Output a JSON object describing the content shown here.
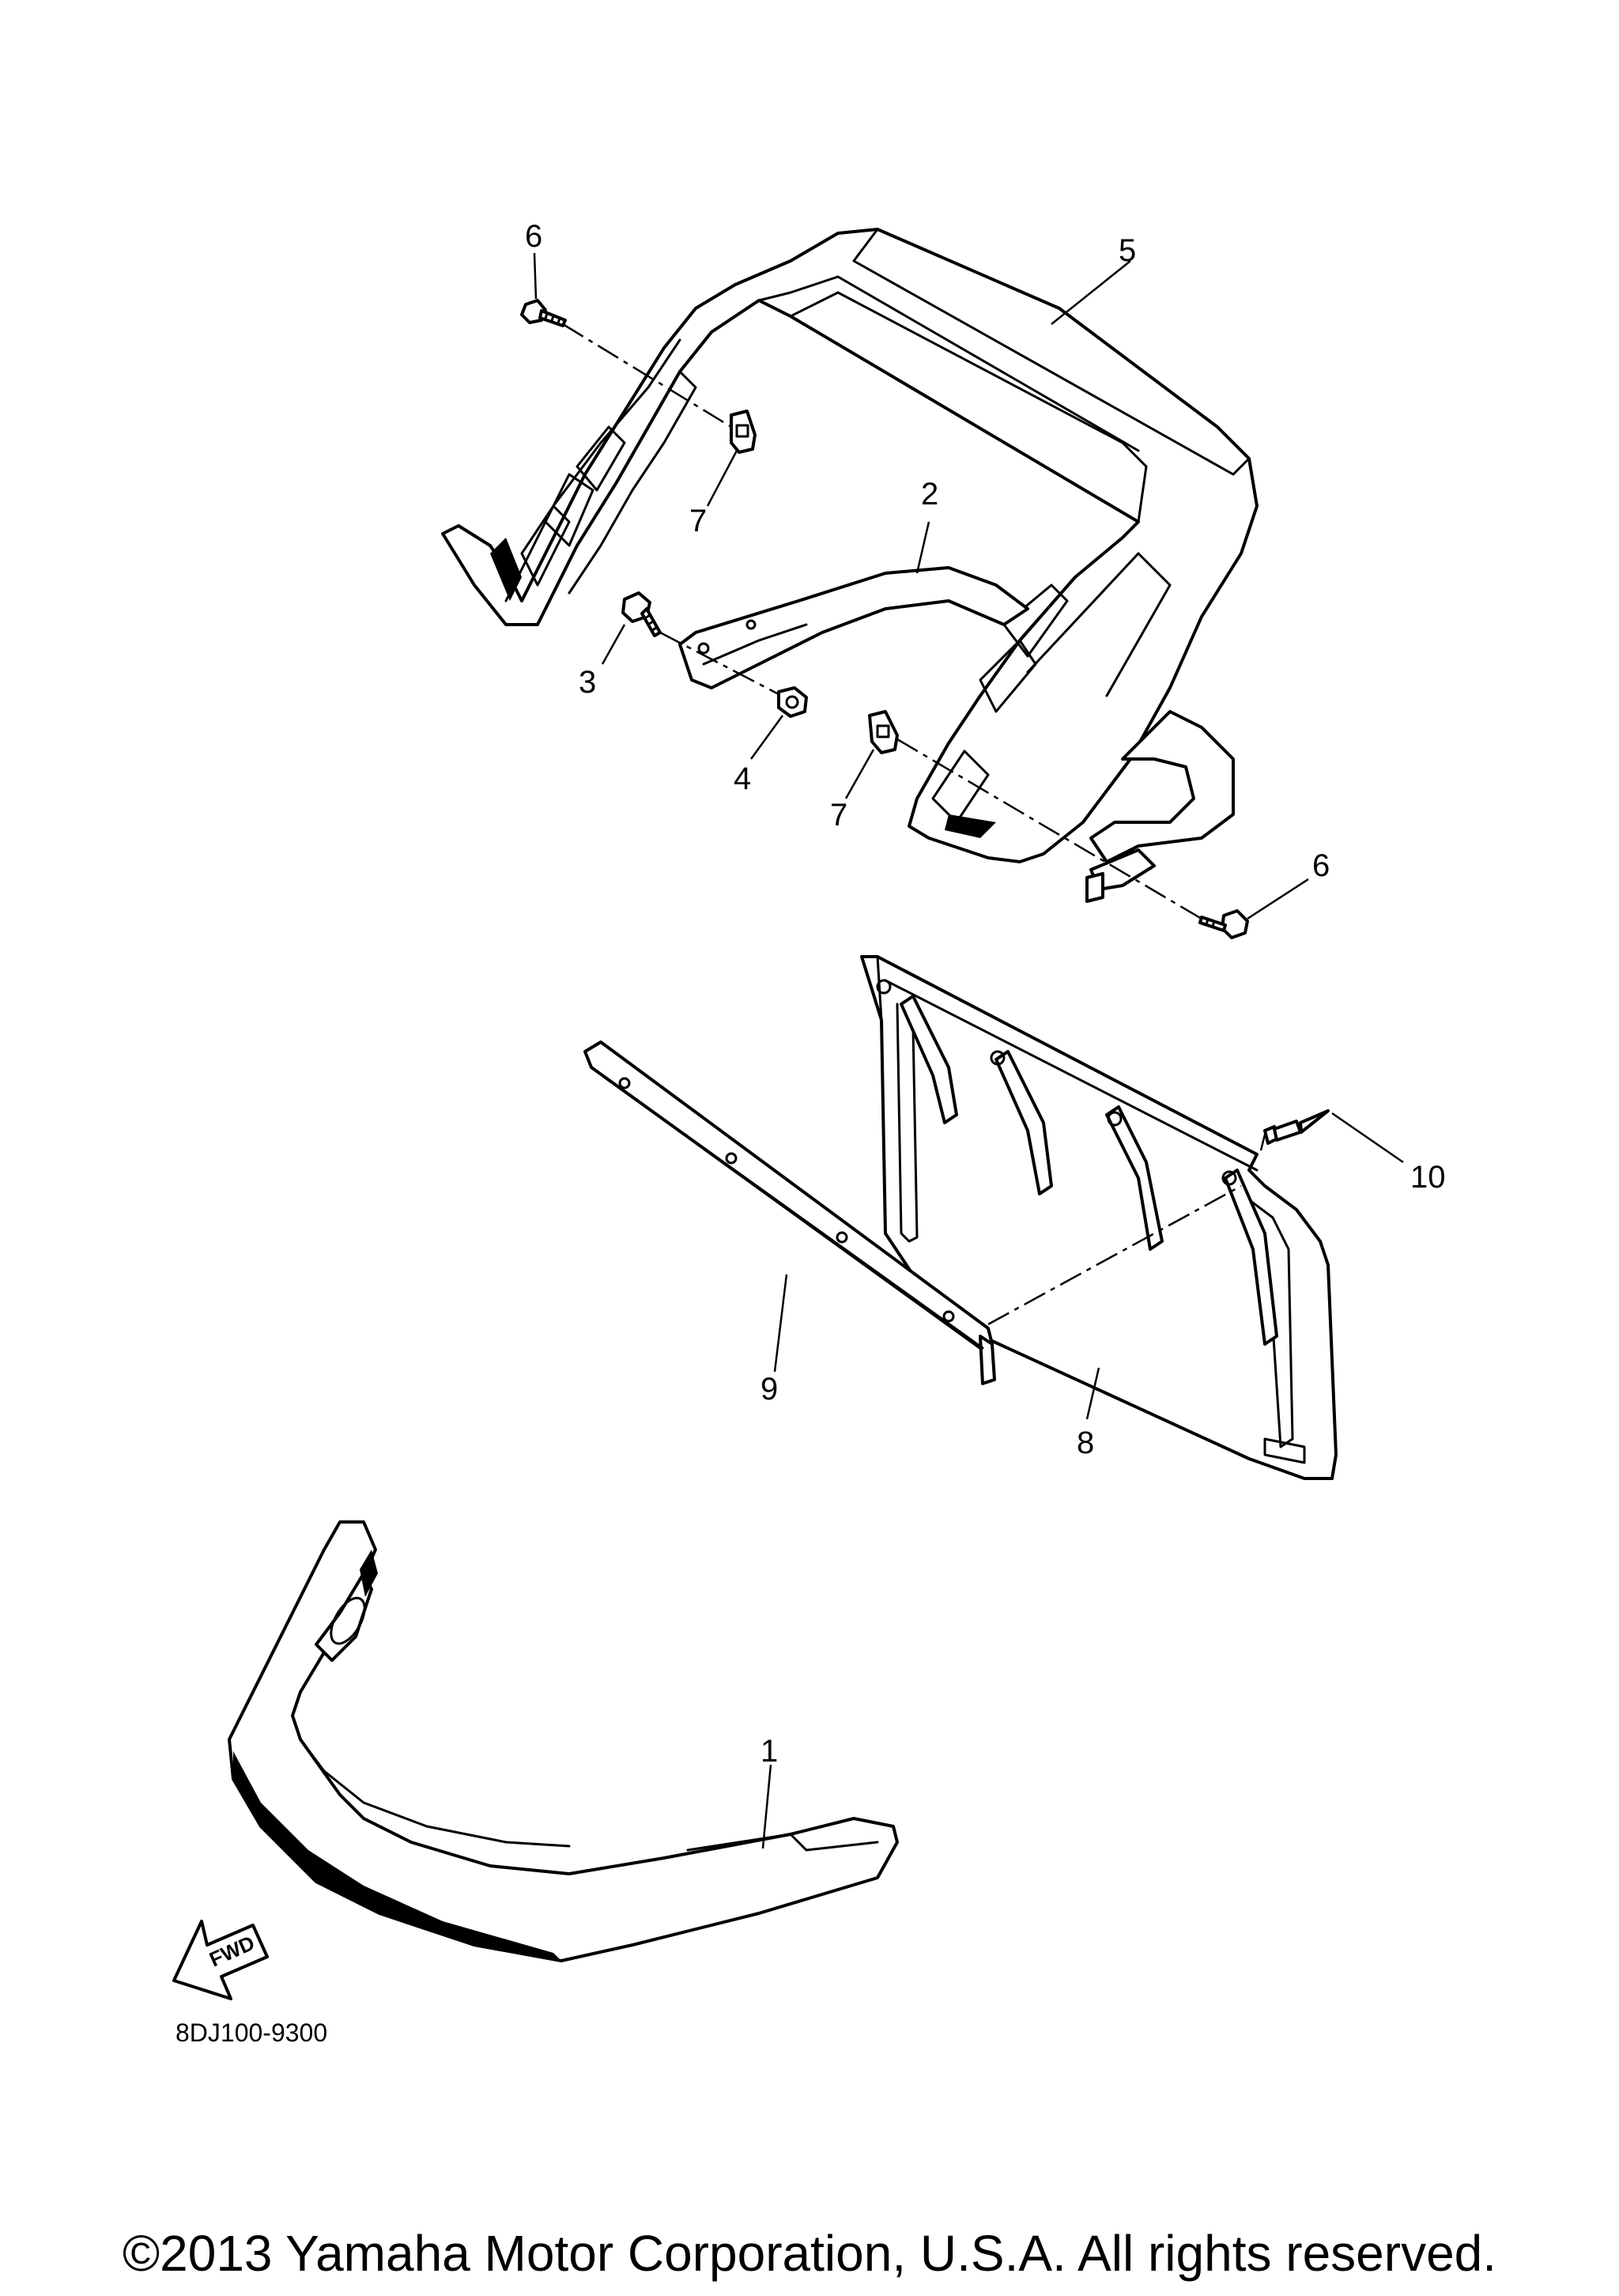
{
  "callouts": {
    "c1": "1",
    "c2": "2",
    "c3": "3",
    "c4": "4",
    "c5": "5",
    "c6a": "6",
    "c6b": "6",
    "c7a": "7",
    "c7b": "7",
    "c8": "8",
    "c9": "9",
    "c10": "10"
  },
  "direction_arrow": {
    "label": "FWD"
  },
  "diagram_code": "8DJ100-9300",
  "copyright": "©2013 Yamaha Motor Corporation, U.S.A. All rights reserved."
}
